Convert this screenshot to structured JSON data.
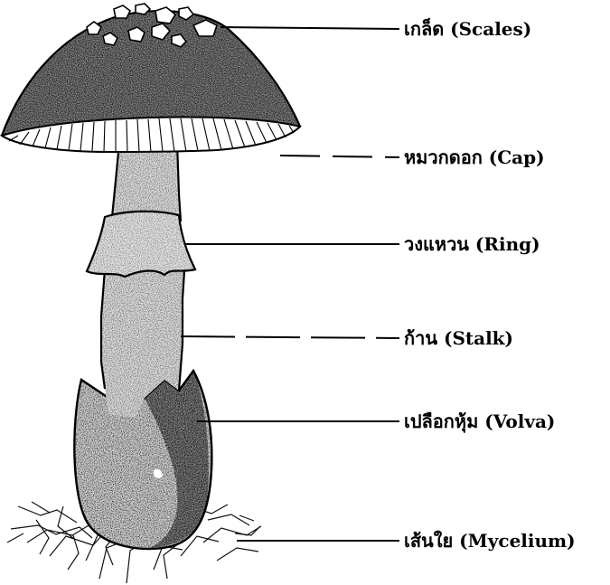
{
  "labels": {
    "scales": "เกล็ด (Scales)",
    "cap": "หมวกดอก (Cap)",
    "ring": "วงแหวน (Ring)",
    "stalk": "ก้าน (Stalk)",
    "volva": "เปลือกหุ้ม (Volva)",
    "mycelium": "เส้นใย (Mycelium)"
  }
}
